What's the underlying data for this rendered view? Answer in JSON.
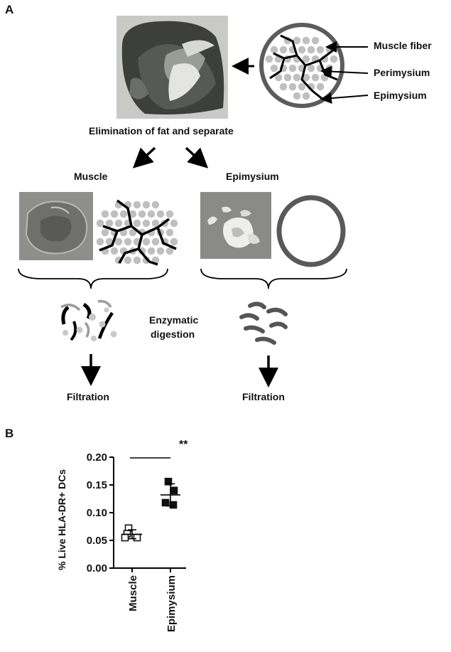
{
  "panel_a": {
    "letter": "A",
    "labels": {
      "muscle_fiber": "Muscle fiber",
      "perimysium": "Perimysium",
      "epimysium_top": "Epimysium",
      "elimination": "Elimination of fat and separate",
      "muscle": "Muscle",
      "epimysium": "Epimysium",
      "enzymatic": "Enzymatic",
      "digestion": "digestion",
      "filtration_left": "Filtration",
      "filtration_right": "Filtration"
    }
  },
  "panel_b": {
    "letter": "B",
    "significance": "**",
    "chart_data": {
      "type": "scatter",
      "ylabel": "% Live HLA-DR+ DCs",
      "ylim": [
        0.0,
        0.2
      ],
      "yticks": [
        "0.00",
        "0.05",
        "0.10",
        "0.15",
        "0.20"
      ],
      "categories": [
        "Muscle",
        "Epimysium"
      ],
      "series": [
        {
          "category": "Muscle",
          "marker": "open-square",
          "points": [
            0.072,
            0.062,
            0.055,
            0.055
          ],
          "mean": 0.061,
          "sd": 0.008
        },
        {
          "category": "Epimysium",
          "marker": "filled-square",
          "points": [
            0.156,
            0.14,
            0.118,
            0.114
          ],
          "mean": 0.132,
          "sd": 0.02
        }
      ],
      "colors": {
        "markers": "#111111"
      }
    }
  }
}
